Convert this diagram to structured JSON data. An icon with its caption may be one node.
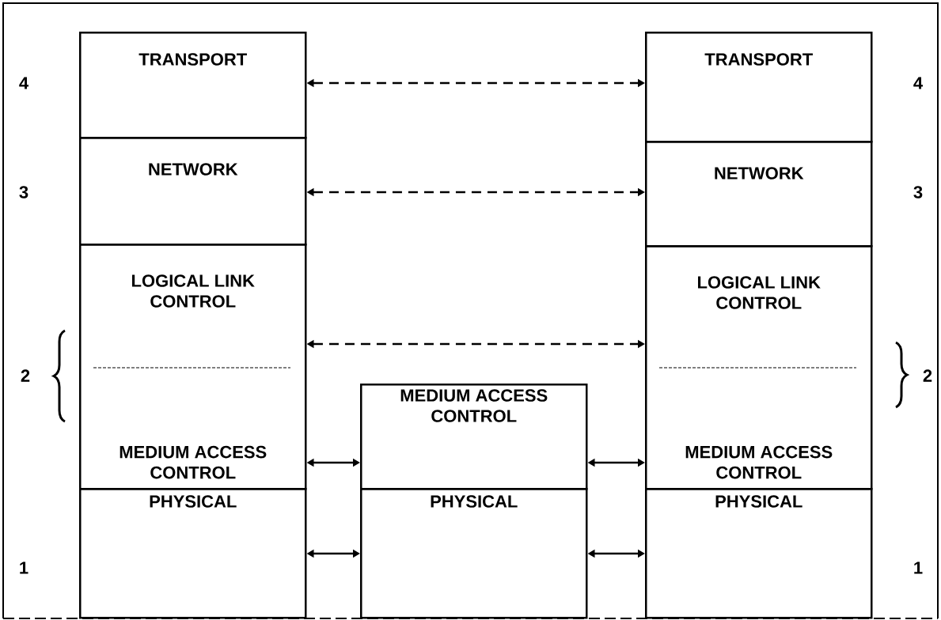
{
  "diagram": {
    "nodes": [
      {
        "text": [
          "TRANSPORT"
        ]
      },
      {
        "text": [
          "NETWORK"
        ]
      },
      {
        "text": [
          "LOGICAL LINK CONTROL",
          "MEDIUM ACCESS CONTROL"
        ]
      },
      {
        "text": [
          "PHYSICAL"
        ]
      },
      {
        "text": [
          "MEDIUM ACCESS CONTROL"
        ]
      },
      {
        "text": [
          "PHYSICAL"
        ]
      },
      {
        "text": [
          "TRANSPORT"
        ]
      },
      {
        "text": [
          "NETWORK"
        ]
      },
      {
        "text": [
          "LOGICAL LINK CONTROL",
          "MEDIUM ACCESS CONTROL"
        ]
      },
      {
        "text": [
          "PHYSICAL"
        ]
      }
    ],
    "edges": [
      {
        "from": 0,
        "to": 6,
        "arrow": "both",
        "style": "dashed"
      },
      {
        "from": 1,
        "to": 7,
        "arrow": "both",
        "style": "dashed"
      },
      {
        "from": 2,
        "to": 8,
        "arrow": "both",
        "style": "dashed"
      },
      {
        "from": 2,
        "to": 4,
        "arrow": "both"
      },
      {
        "from": 4,
        "to": 8,
        "arrow": "both"
      },
      {
        "from": 3,
        "to": 5,
        "arrow": "both"
      },
      {
        "from": 5,
        "to": 9,
        "arrow": "both"
      }
    ],
    "labels": [
      "4",
      "4",
      "3",
      "3",
      "2",
      "2",
      "1",
      "1"
    ]
  }
}
